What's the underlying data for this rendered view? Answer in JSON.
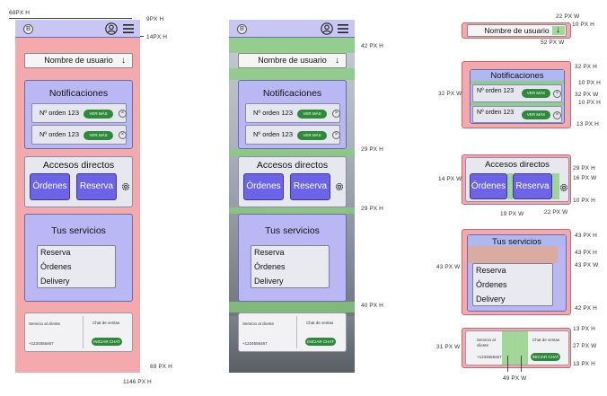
{
  "annotations": {
    "top_left": "68PX H",
    "a_right_top": "9PX H",
    "a_right_header": "14PX H",
    "a_right_bottom": "69 PX H",
    "a_bottom": "1146 PX H",
    "b_gap1": "42 PX H",
    "b_gap2": "29 PX H",
    "b_gap3": "29 PX H",
    "b_gap4": "40 PX H",
    "c_22w": "22 PX W",
    "c_10h_top": "10 PX H",
    "c_52w": "52 PX W",
    "c_32h": "32 PX H",
    "c_10h_a": "10 PX H",
    "c_32w_left": "32 PX W",
    "c_32w_right": "32 PX W",
    "c_10h_b": "10 PX H",
    "c_13h": "13 PX H",
    "c_29h": "29 PX H",
    "c_14w": "14 PX W",
    "c_16w": "16 PX W",
    "c_10h_c": "10 PX H",
    "c_19w": "19 PX W",
    "c_22w_b": "22 PX W",
    "c_43h_a": "43 PX H",
    "c_43h_b": "43 PX H",
    "c_43w_left": "43 PX W",
    "c_43w_right": "43 PX W",
    "c_42h": "42 PX H",
    "c_13h_b": "13 PX H",
    "c_31w": "31 PX W",
    "c_27w": "27 PX W",
    "c_13h_c": "13 PX H",
    "c_49w": "49 PX W"
  },
  "app": {
    "logo_letter": "B",
    "username_dropdown": "Nombre de usuario",
    "dropdown_arrow": "↓",
    "notifications_title": "Notificaciones",
    "orders": [
      {
        "label": "Nº orden 123",
        "button": "VER MÁS"
      },
      {
        "label": "Nº orden 123",
        "button": "VER MÁS"
      }
    ],
    "shortcuts_title": "Accesos directos",
    "shortcut_orders": "Órdenes",
    "shortcut_booking": "Reserva",
    "services_title": "Tus servicios",
    "services": [
      "Reserva",
      "Órdenes",
      "Delivery"
    ],
    "support_title": "Servicio al cliente",
    "support_phone": "+1234556467",
    "sales_chat_title": "Chat de ventas",
    "start_chat_button": "INICIAR CHAT"
  },
  "colors": {
    "pink": "#f4a9ad",
    "lavender": "#b9b8f4",
    "purple_button": "#6d63e6",
    "green_button": "#2e8a3a",
    "green_highlight": "#84cf78"
  }
}
